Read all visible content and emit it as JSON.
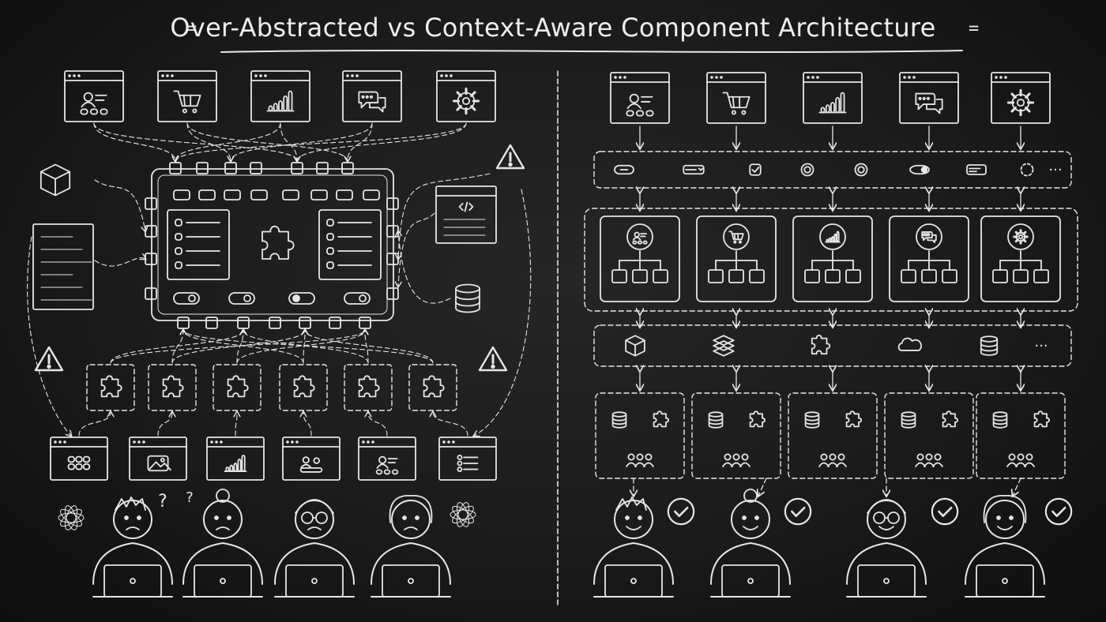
{
  "title": "Over-Abstracted vs Context-Aware Component Architecture",
  "left_panel": {
    "app_icons": [
      "profile-icon",
      "cart-icon",
      "bar-chart-icon",
      "chat-icon",
      "gear-icon"
    ],
    "bottom_screen_icons": [
      "grid-icon",
      "image-icon",
      "bar-chart-icon",
      "media-icon",
      "profile-icon",
      "checklist-icon"
    ],
    "puzzle_count": 6,
    "warning_icons": [
      "warning-icon",
      "warning-icon",
      "warning-icon"
    ],
    "developer_mood": "confused"
  },
  "right_panel": {
    "app_icons": [
      "profile-icon",
      "cart-icon",
      "bar-chart-icon",
      "chat-icon",
      "gear-icon"
    ],
    "ui_primitives": [
      "button-icon",
      "input-icon",
      "checkbox-icon",
      "radio-icon",
      "radio-icon",
      "toggle-icon",
      "select-icon",
      "spinner-icon"
    ],
    "ui_primitives_more": "···",
    "feature_modules": [
      "profile-icon",
      "cart-icon",
      "bar-chart-icon",
      "chat-icon",
      "gear-icon"
    ],
    "shared_services": [
      "cube-icon",
      "layers-icon",
      "puzzle-icon",
      "cloud-icon",
      "database-icon"
    ],
    "shared_services_more": "···",
    "team_module_count": 5,
    "developer_mood": "happy",
    "check_icons": [
      "check-icon",
      "check-icon",
      "check-icon",
      "check-icon"
    ]
  },
  "colors": {
    "board": "#1b1b1b",
    "chalk": "#e6e6e6"
  }
}
